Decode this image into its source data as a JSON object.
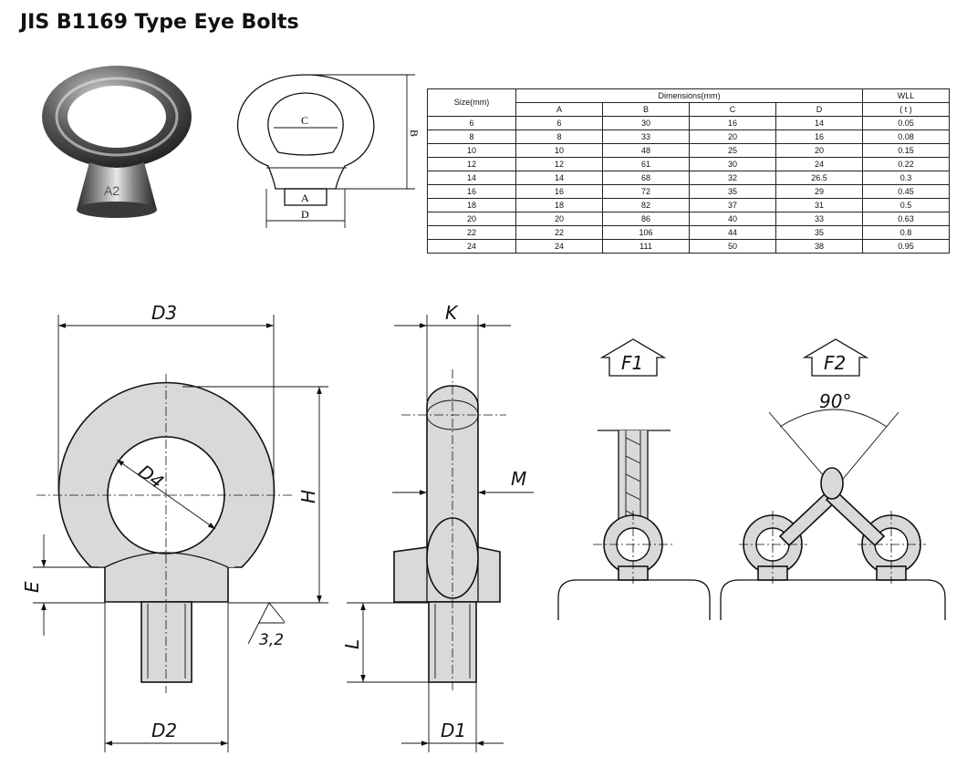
{
  "title": "JIS B1169 Type Eye Bolts",
  "photo": {
    "stamp": "A2"
  },
  "sketch": {
    "labels": {
      "c": "C",
      "b": "B",
      "a": "A",
      "d": "D"
    }
  },
  "table": {
    "header_size": "Size(mm)",
    "header_dimensions": "Dimensions(mm)",
    "header_wll": "WLL",
    "header_wll_unit": "( t )",
    "columns": [
      "A",
      "B",
      "C",
      "D"
    ],
    "rows": [
      {
        "size": "6",
        "a": "6",
        "b": "30",
        "c": "16",
        "d": "14",
        "wll": "0.05"
      },
      {
        "size": "8",
        "a": "8",
        "b": "33",
        "c": "20",
        "d": "16",
        "wll": "0.08"
      },
      {
        "size": "10",
        "a": "10",
        "b": "48",
        "c": "25",
        "d": "20",
        "wll": "0.15"
      },
      {
        "size": "12",
        "a": "12",
        "b": "61",
        "c": "30",
        "d": "24",
        "wll": "0.22"
      },
      {
        "size": "14",
        "a": "14",
        "b": "68",
        "c": "32",
        "d": "26.5",
        "wll": "0.3"
      },
      {
        "size": "16",
        "a": "16",
        "b": "72",
        "c": "35",
        "d": "29",
        "wll": "0.45"
      },
      {
        "size": "18",
        "a": "18",
        "b": "82",
        "c": "37",
        "d": "31",
        "wll": "0.5"
      },
      {
        "size": "20",
        "a": "20",
        "b": "86",
        "c": "40",
        "d": "33",
        "wll": "0.63"
      },
      {
        "size": "22",
        "a": "22",
        "b": "106",
        "c": "44",
        "d": "35",
        "wll": "0.8"
      },
      {
        "size": "24",
        "a": "24",
        "b": "111",
        "c": "50",
        "d": "38",
        "wll": "0.95"
      }
    ]
  },
  "drawing": {
    "labels": {
      "d3": "D3",
      "d4": "D4",
      "h": "H",
      "e": "E",
      "d2": "D2",
      "roughness": "3,2",
      "k": "K",
      "m": "M",
      "l": "L",
      "d1": "D1",
      "f1": "F1",
      "f2": "F2",
      "angle": "90°"
    }
  },
  "colors": {
    "part_fill": "#d9d9d9",
    "line": "#111111"
  }
}
